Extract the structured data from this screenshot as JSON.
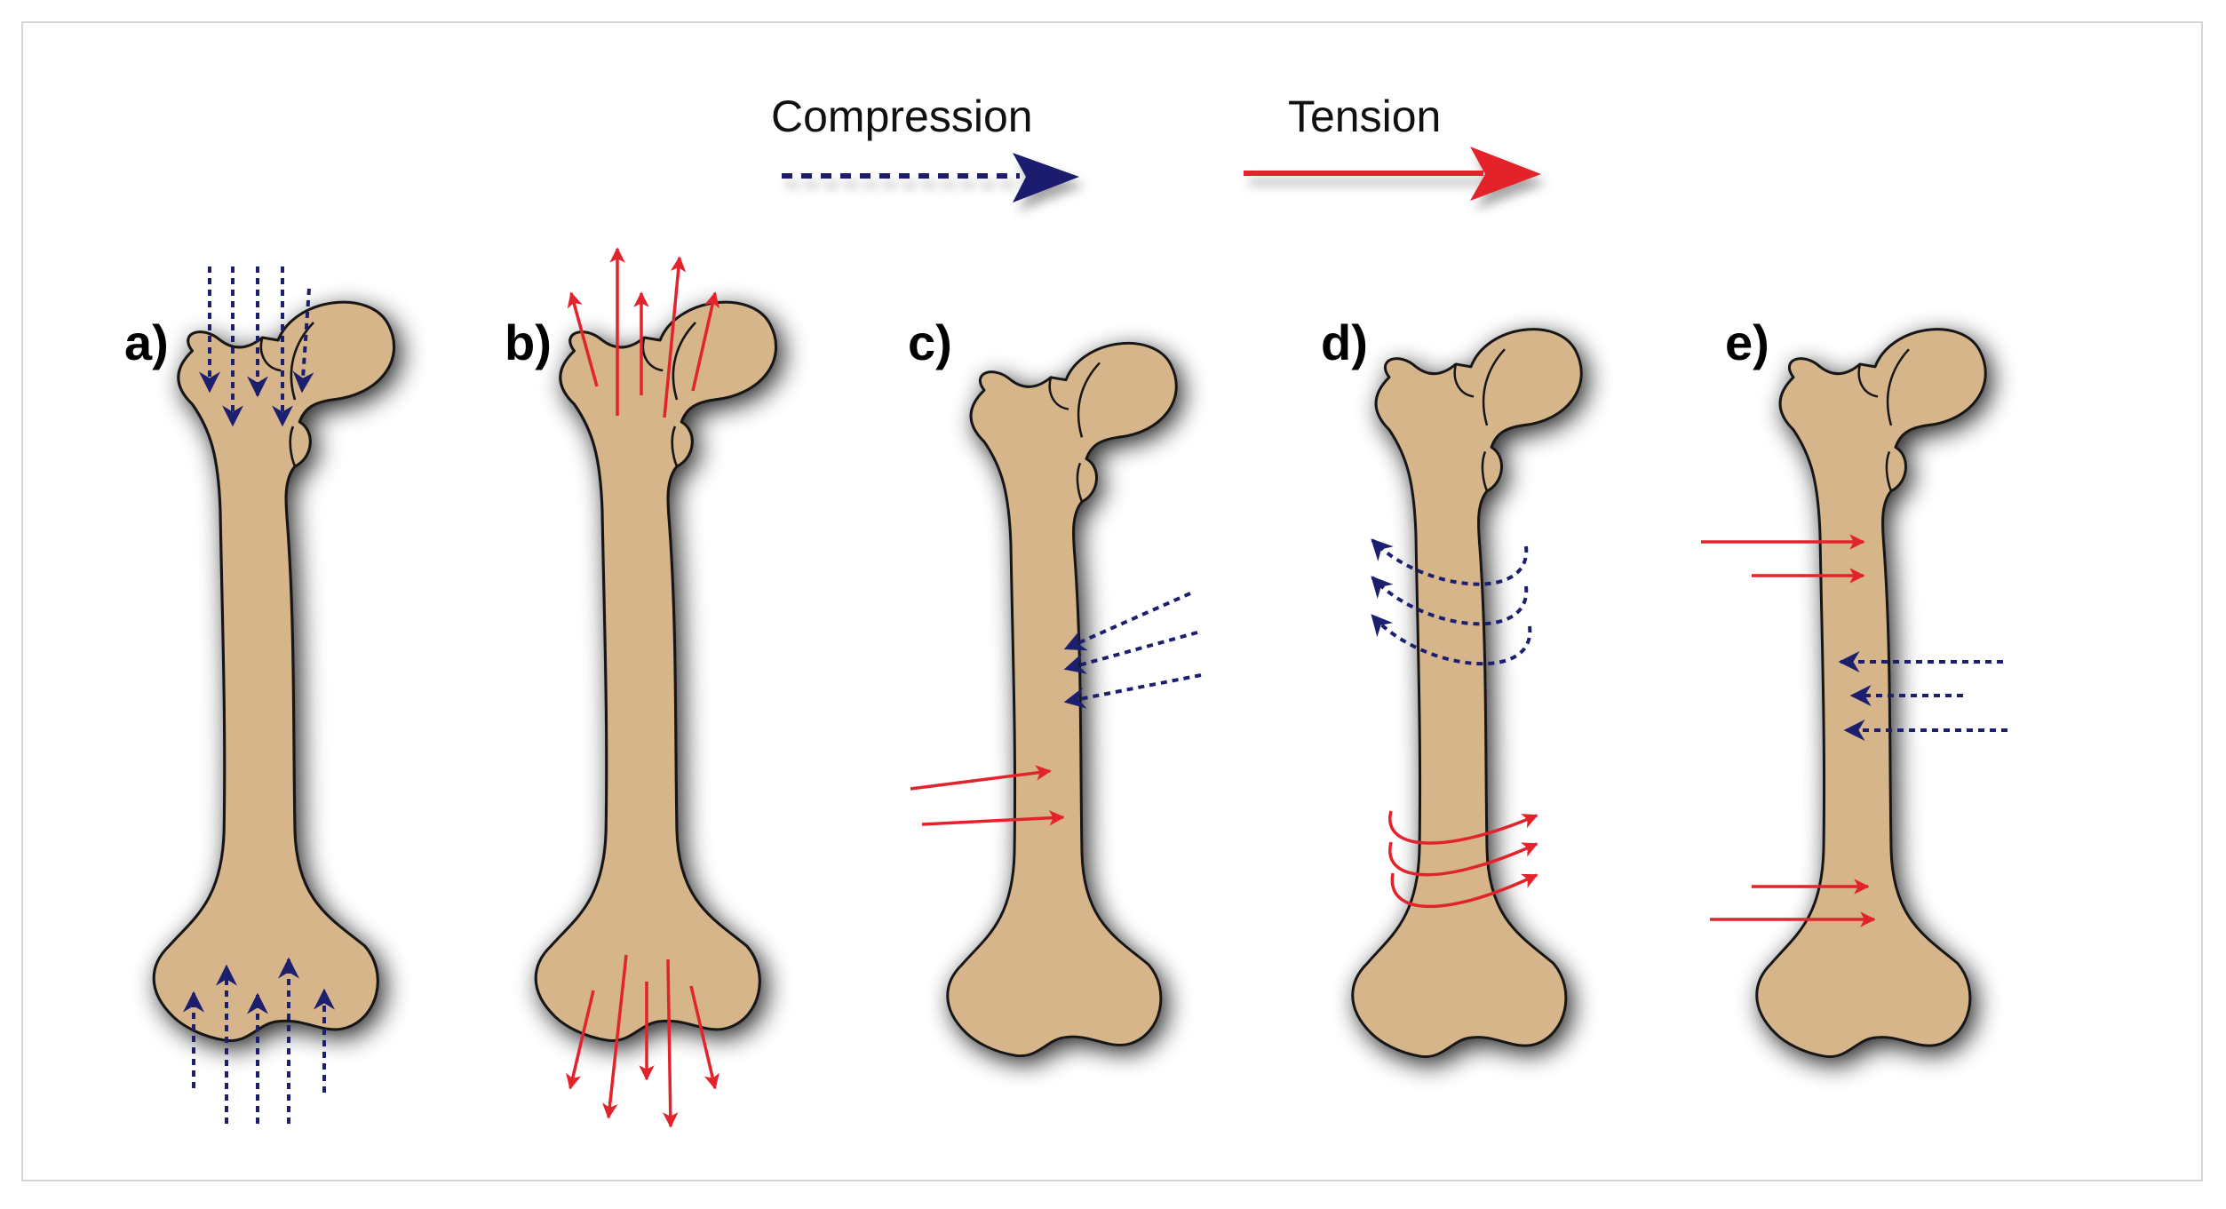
{
  "legend": {
    "compression_label": "Compression",
    "tension_label": "Tension"
  },
  "panels": [
    {
      "label": "a)",
      "load": "compression"
    },
    {
      "label": "b)",
      "load": "tension"
    },
    {
      "label": "c)",
      "load": "bending"
    },
    {
      "label": "d)",
      "load": "torsion"
    },
    {
      "label": "e)",
      "load": "shear"
    }
  ],
  "colors": {
    "compression": "#1b1f6e",
    "tension": "#e3232b",
    "bone_fill": "#d6b58b",
    "bone_outline": "#151515",
    "frame_border": "#d6d6d6"
  },
  "icons": {
    "compression": "dotted-arrow-icon",
    "tension": "solid-arrow-icon"
  }
}
